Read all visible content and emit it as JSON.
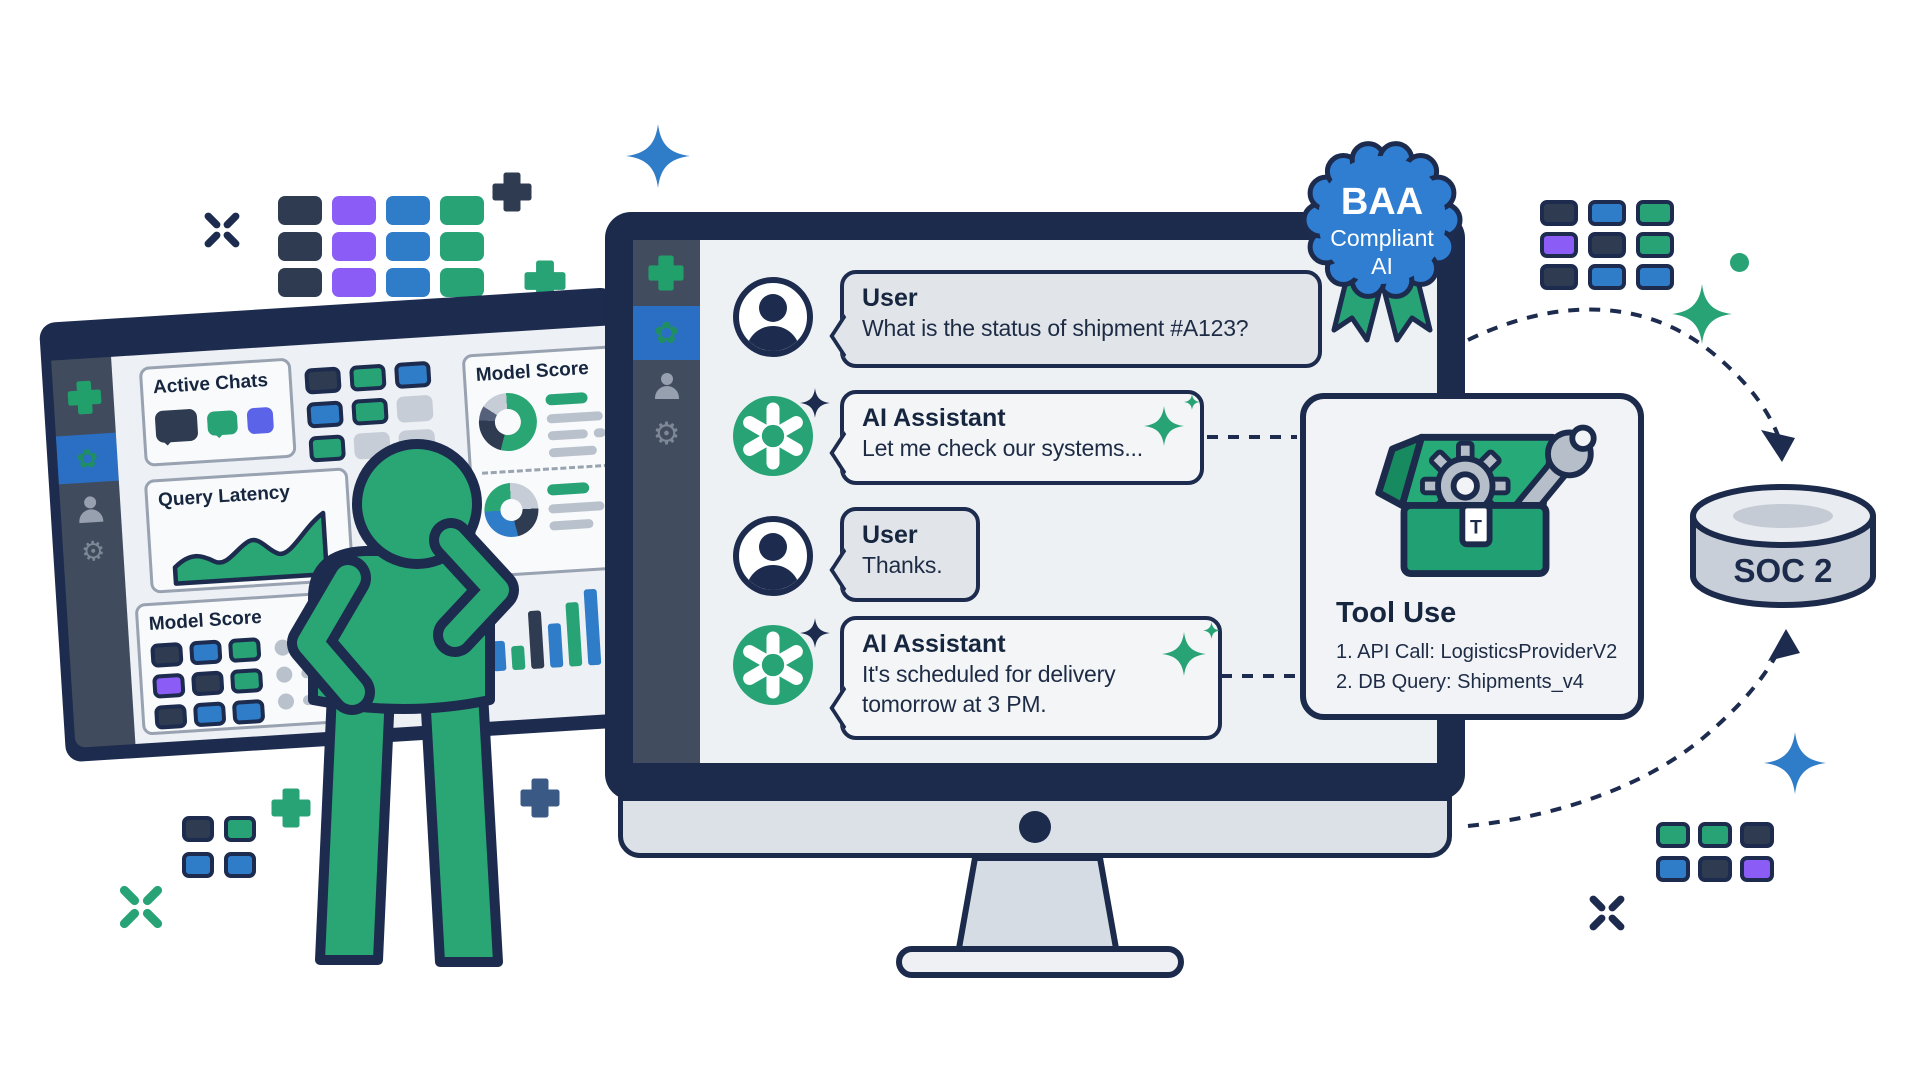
{
  "palette": {
    "navy": "#1c2b4e",
    "green": "#27a376",
    "blue": "#2f7cc8",
    "purple": "#8b5cf6",
    "indigo": "#5b63e8",
    "gray": "#c6cdd6",
    "badge_blue": "#2f7ed2",
    "screen_bg": "#eef1f4"
  },
  "dashboard": {
    "sidebar_icons": [
      "add",
      "assistant-flower",
      "user",
      "settings"
    ],
    "cards": {
      "active_chats": {
        "title": "Active Chats"
      },
      "query_latency": {
        "title": "Query Latency"
      },
      "model_score_right": {
        "title": "Model Score"
      },
      "model_score_left": {
        "title": "Model Score"
      }
    }
  },
  "monitor": {
    "sidebar_icons": [
      "add",
      "assistant-flower",
      "user",
      "settings"
    ],
    "chat": {
      "messages": [
        {
          "role": "User",
          "text": "What is the status of shipment #A123?"
        },
        {
          "role": "AI Assistant",
          "text": "Let me check our systems..."
        },
        {
          "role": "User",
          "text": "Thanks."
        },
        {
          "role": "AI Assistant",
          "text": "It's scheduled for delivery tomorrow at 3 PM."
        }
      ]
    }
  },
  "badge": {
    "line1": "BAA",
    "line2": "Compliant",
    "line3": "AI"
  },
  "tool_panel": {
    "title": "Tool Use",
    "items": [
      "1. API Call: LogisticsProviderV2",
      "2. DB Query: Shipments_v4"
    ],
    "latch_letter": "T"
  },
  "soc2": {
    "label": "SOC 2"
  },
  "icons": {
    "sparkles": [
      "four-point-star-blue",
      "four-point-star-green",
      "four-point-star-navy"
    ],
    "marks": [
      "x-mark",
      "plus-mark",
      "dot-mark"
    ],
    "avatars": [
      "person-icon",
      "openai-logo-icon"
    ]
  },
  "chart_data": [
    {
      "type": "area",
      "title": "Query Latency",
      "values": [
        38,
        52,
        46,
        62,
        55,
        88,
        97
      ],
      "color": "#2aa574"
    },
    {
      "type": "donut",
      "title": "Model Score",
      "segments": [
        {
          "color": "#2aa574",
          "pct": 55
        },
        {
          "color": "#2e3b50",
          "pct": 22
        },
        {
          "color": "#55607a",
          "pct": 8
        },
        {
          "color": "#c6cdd6",
          "pct": 15
        }
      ]
    },
    {
      "type": "donut",
      "title": "Model Score",
      "segments": [
        {
          "color": "#c6cdd6",
          "pct": 25
        },
        {
          "color": "#2e3b50",
          "pct": 22
        },
        {
          "color": "#2f7cc8",
          "pct": 28
        },
        {
          "color": "#2aa574",
          "pct": 25
        }
      ]
    },
    {
      "type": "bar",
      "title": "Model Score bars",
      "values": [
        30,
        24,
        58,
        44,
        64,
        76
      ],
      "colors": [
        "#2f7cc8",
        "#2aa574",
        "#2e3b50",
        "#2f7cc8",
        "#2aa574",
        "#2f7cc8"
      ]
    }
  ]
}
